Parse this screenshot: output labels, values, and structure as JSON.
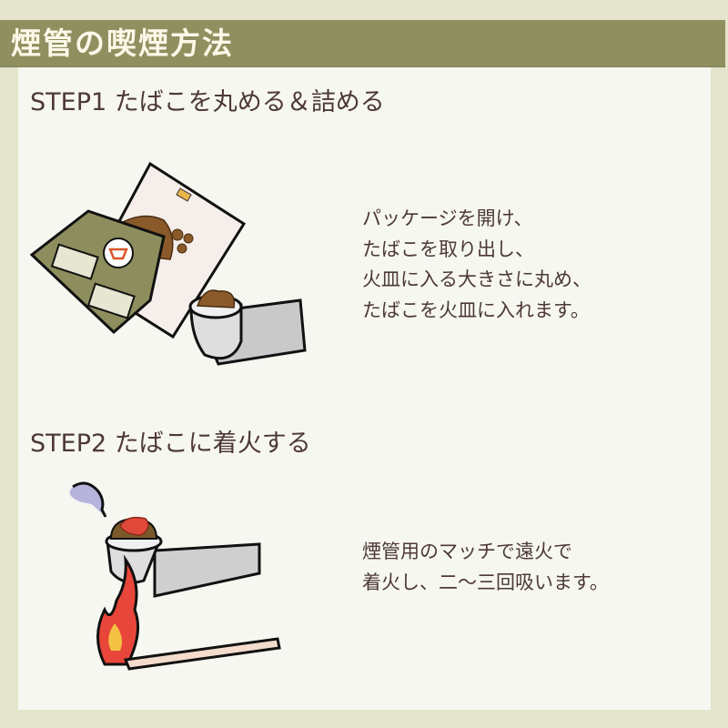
{
  "header": {
    "title": "煙管の喫煙方法"
  },
  "steps": [
    {
      "title": "STEP1 たばこを丸める＆詰める",
      "lines": [
        "パッケージを開け、",
        "たばこを取り出し、",
        "火皿に入る大きさに丸め、",
        "たばこを火皿に入れます。"
      ],
      "illustration": "tobacco-package-and-pipe"
    },
    {
      "title": "STEP2 たばこに着火する",
      "lines": [
        "煙管用のマッチで遠火で",
        "着火し、二〜三回吸います。"
      ],
      "illustration": "lighting-pipe-with-match"
    }
  ],
  "colors": {
    "header": "#8f8f5f",
    "background": "#e4e4cc",
    "panel": "#f6f7f0",
    "text": "#4d3838"
  }
}
